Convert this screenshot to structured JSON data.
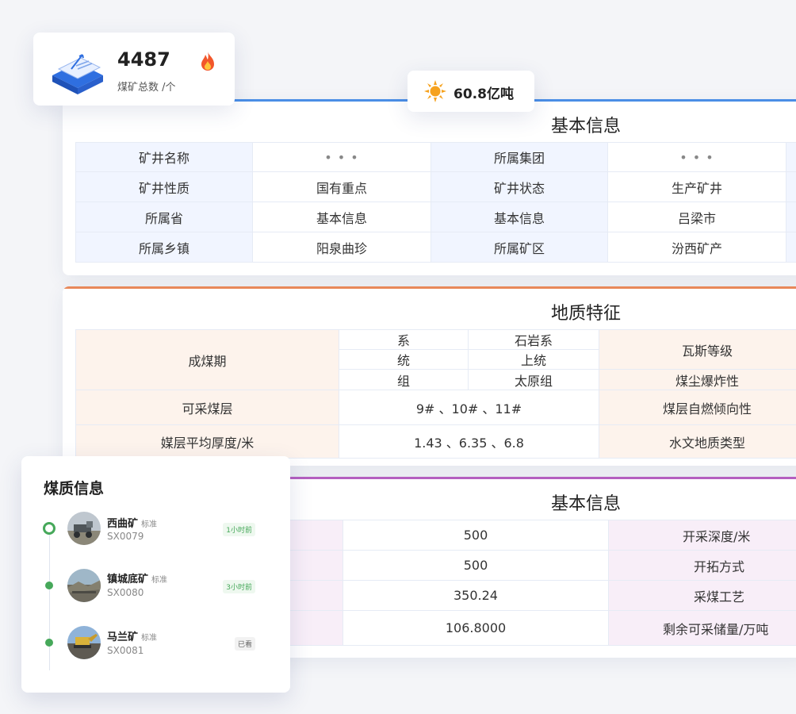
{
  "stats": {
    "mines_total": "4487",
    "mines_label": "煤矿总数 /个",
    "reserve": "60.8亿吨"
  },
  "basic": {
    "title": "基本信息",
    "rows": [
      [
        "矿井名称",
        "• • •",
        "所属集团",
        "• • •"
      ],
      [
        "矿井性质",
        "国有重点",
        "矿井状态",
        "生产矿井"
      ],
      [
        "所属省",
        "基本信息",
        "基本信息",
        "吕梁市"
      ],
      [
        "所属乡镇",
        "阳泉曲珍",
        "所属矿区",
        "汾西矿产"
      ]
    ]
  },
  "geo": {
    "title": "地质特征",
    "period_label": "成煤期",
    "period_rows": [
      [
        "系",
        "石岩系"
      ],
      [
        "统",
        "上统"
      ],
      [
        "组",
        "太原组"
      ]
    ],
    "right_labels": [
      "瓦斯等级",
      "煤尘爆炸性",
      "煤层自燃倾向性",
      "水文地质类型"
    ],
    "seam_label": "可采煤层",
    "seam_value": "9# 、10# 、11#",
    "thickness_label": "媒层平均厚度/米",
    "thickness_value": "1.43 、6.35 、6.8"
  },
  "extra": {
    "title": "基本信息",
    "values": [
      "500",
      "500",
      "350.24",
      "106.8000"
    ],
    "labels": [
      "开采深度/米",
      "开拓方式",
      "采煤工艺",
      "剩余可采储量/万吨"
    ]
  },
  "quality": {
    "title": "煤质信息",
    "items": [
      {
        "name": "西曲矿",
        "tag": "标准",
        "code": "SX0079",
        "badge": "1小时前"
      },
      {
        "name": "镇城底矿",
        "tag": "标准",
        "code": "SX0080",
        "badge": "3小时前"
      },
      {
        "name": "马兰矿",
        "tag": "标准",
        "code": "SX0081",
        "badge": "已看"
      }
    ]
  },
  "colors": {
    "blue": "#4a8ee6",
    "orange": "#e8885a",
    "purple": "#b45fc0",
    "green": "#46a85a"
  }
}
